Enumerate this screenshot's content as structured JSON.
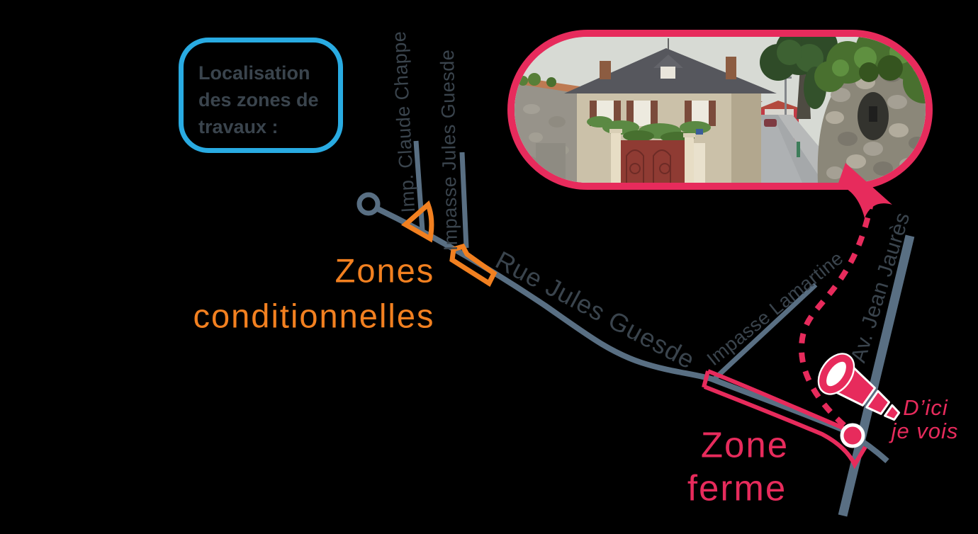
{
  "colors": {
    "background": "#000000",
    "crimson": "#E72B5C",
    "orange": "#F28020",
    "road": "#596F83",
    "ink": "#3A444D",
    "cyan": "#29ABE2"
  },
  "legend": {
    "title": "Localisation des zones de travaux :"
  },
  "streets": {
    "claude_chappe": "Imp. Claude Chappe",
    "impasse_jules_guesde": "Impasse Jules Guesde",
    "rue_jules_guesde": "Rue Jules Guesde",
    "impasse_lamartine": "Impasse Lamartine",
    "av_jean_jaures": "Av. Jean Jaurès"
  },
  "zones": {
    "conditional": {
      "line1": "Zones",
      "line2": "conditionnelles",
      "color": "#F28020"
    },
    "firm": {
      "line1": "Zone",
      "line2": "ferme",
      "color": "#E72B5C"
    }
  },
  "viewpoint": {
    "line1": "D’ici",
    "line2": "je vois"
  },
  "icons": {
    "spyglass": "spyglass-icon",
    "callout_arrow": "callout-arrow-icon",
    "photo_bubble": "photo-callout-bubble",
    "start_circle": "road-start-circle",
    "viewpoint_marker": "viewpoint-circle"
  }
}
